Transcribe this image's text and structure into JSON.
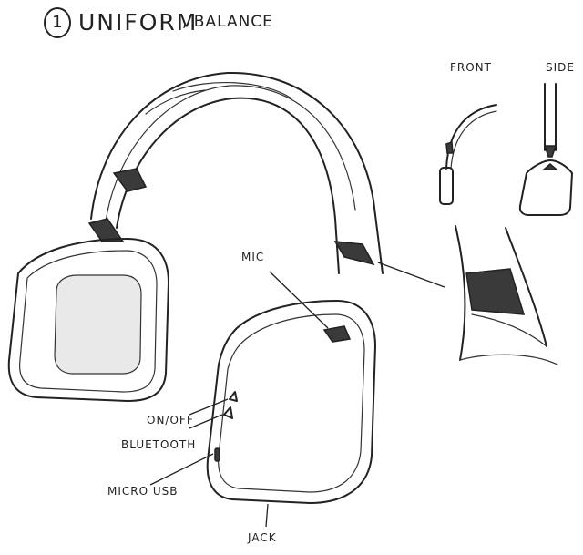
{
  "title": {
    "number": "1",
    "main": "UNIFORM",
    "sub": ", BALANCE"
  },
  "views": {
    "front": "FRONT",
    "side": "SIDE"
  },
  "callouts": {
    "mic": "MIC",
    "on_off": "ON/OFF",
    "bluetooth": "BLUETOOTH",
    "micro_usb": "MICRO USB",
    "jack": "JACK"
  }
}
